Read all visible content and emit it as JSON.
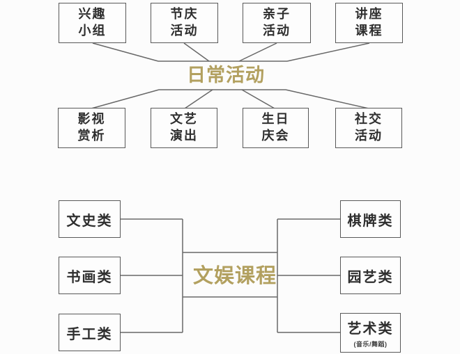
{
  "diagram1": {
    "center": "日常活动",
    "top_row": [
      {
        "label": "兴趣\n小组"
      },
      {
        "label": "节庆\n活动"
      },
      {
        "label": "亲子\n活动"
      },
      {
        "label": "讲座\n课程"
      }
    ],
    "bottom_row": [
      {
        "label": "影视\n赏析"
      },
      {
        "label": "文艺\n演出"
      },
      {
        "label": "生日\n庆会"
      },
      {
        "label": "社交\n活动"
      }
    ]
  },
  "diagram2": {
    "center": "文娱课程",
    "left_column": [
      {
        "label": "文史类"
      },
      {
        "label": "书画类"
      },
      {
        "label": "手工类"
      }
    ],
    "right_column": [
      {
        "label": "棋牌类"
      },
      {
        "label": "园艺类"
      },
      {
        "label": "艺术类",
        "sublabel": "(音乐/舞蹈)"
      }
    ]
  },
  "colors": {
    "accent_gold": "#b2a05f",
    "line_gray": "#686868",
    "box_border": "#585858",
    "box_text": "#2e2e2e",
    "background": "#fcfcfc"
  }
}
